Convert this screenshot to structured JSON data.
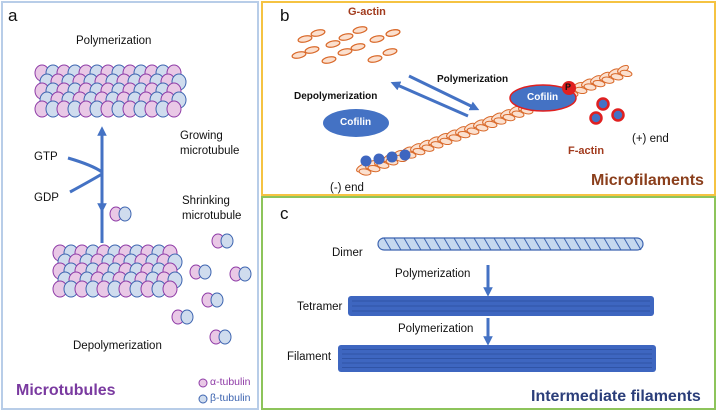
{
  "panels": {
    "a": {
      "letter": "a",
      "title": "Microtubules",
      "title_color": "#7a3aa0",
      "polymerization": "Polymerization",
      "growing": [
        "Growing",
        "microtubule"
      ],
      "gtp": "GTP",
      "gdp": "GDP",
      "shrinking": [
        "Shrinking",
        "microtubule"
      ],
      "depolymerization": "Depolymerization",
      "legend": [
        {
          "label": "α-tubulin",
          "color": "#e9c8e6",
          "stroke": "#8e3aa6",
          "text_color": "#8e3aa6"
        },
        {
          "label": "β-tubulin",
          "color": "#cfdcee",
          "stroke": "#3d64b0",
          "text_color": "#3d64b0"
        }
      ]
    },
    "b": {
      "letter": "b",
      "title": "Microfilaments",
      "title_color": "#8b3f1c",
      "g_actin": "G-actin",
      "f_actin": "F-actin",
      "polymerization": "Polymerization",
      "depolymerization": "Depolymerization",
      "cofilin": "Cofilin",
      "cofilin_p": "Cofilin",
      "phospho": "P",
      "minus_end": "(-) end",
      "plus_end": "(+) end"
    },
    "c": {
      "letter": "c",
      "title": "Intermediate filaments",
      "title_color": "#2b3e7a",
      "dimer": "Dimer",
      "tetramer": "Tetramer",
      "filament": "Filament",
      "polymerization_1": "Polymerization",
      "polymerization_2": "Polymerization"
    }
  },
  "colors": {
    "arrow": "#4472c4",
    "actin_stroke": "#d9692a",
    "actin_fill": "#fbe0cf",
    "cofilin": "#4472c4",
    "phospho": "#e02020",
    "if_blue": "#3e66c0",
    "dimer_fill": "#c5d8ef",
    "dimer_stroke": "#3d64b0"
  }
}
